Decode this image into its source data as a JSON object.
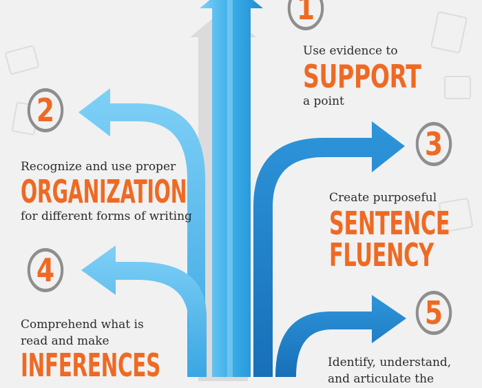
{
  "steps": [
    {
      "number": "1",
      "pre": "Use evidence to",
      "keyword": "SUPPORT",
      "post": "a point"
    },
    {
      "number": "2",
      "pre": "Recognize and use proper",
      "keyword": "ORGANIZATION",
      "post": "for different forms of writing"
    },
    {
      "number": "3",
      "pre": "Create purposeful",
      "keyword": "SENTENCE",
      "keyword2": "FLUENCY"
    },
    {
      "number": "4",
      "pre_line1": "Comprehend what is",
      "pre_line2": "read and make",
      "keyword": "INFERENCES"
    },
    {
      "number": "5",
      "pre": "Identify, understand,",
      "post": "and articulate the"
    }
  ],
  "colors": {
    "accent": "#ee6a24",
    "arrow_light": "#3fb0ea",
    "arrow_dark": "#1a7fc8",
    "ring": "#8e8e8e"
  }
}
